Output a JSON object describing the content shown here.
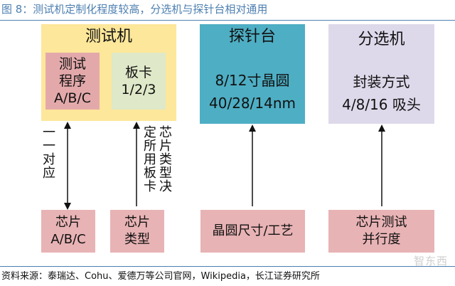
{
  "figure": {
    "title": "图 8：测试机定制化程度较高，分选机与探针台相对通用",
    "source": "资料来源：泰瑞达、Cohu、爱德万等公司官网，Wikipedia，长江证券研究所",
    "watermark": "智东西"
  },
  "tester": {
    "title": "测试机",
    "color": "#fde79a",
    "program": {
      "line1": "测试",
      "line2": "程序",
      "line3": "A/B/C",
      "color": "#e3a9aa"
    },
    "board": {
      "line1": "板卡",
      "line2": "1/2/3",
      "color": "#dfe8c8"
    }
  },
  "prober": {
    "title": "探针台",
    "line1": "8/12寸晶圆",
    "line2": "40/28/14nm",
    "color": "#4eaec4"
  },
  "handler": {
    "title": "分选机",
    "line1": "封装方式",
    "line2": "4/8/16 吸头",
    "color": "#ded9ea"
  },
  "labels": {
    "one_to_one": "一一对应",
    "chip_type_decides": "芯片类型决定所用板卡"
  },
  "bottom": {
    "color": "#e8b3b5",
    "chip_abc": {
      "line1": "芯片",
      "line2": "A/B/C"
    },
    "chip_type": {
      "line1": "芯片",
      "line2": "类型"
    },
    "wafer": {
      "line1": "晶圆尺寸/工艺"
    },
    "chip_test": {
      "line1": "芯片测试",
      "line2": "并行度"
    }
  }
}
